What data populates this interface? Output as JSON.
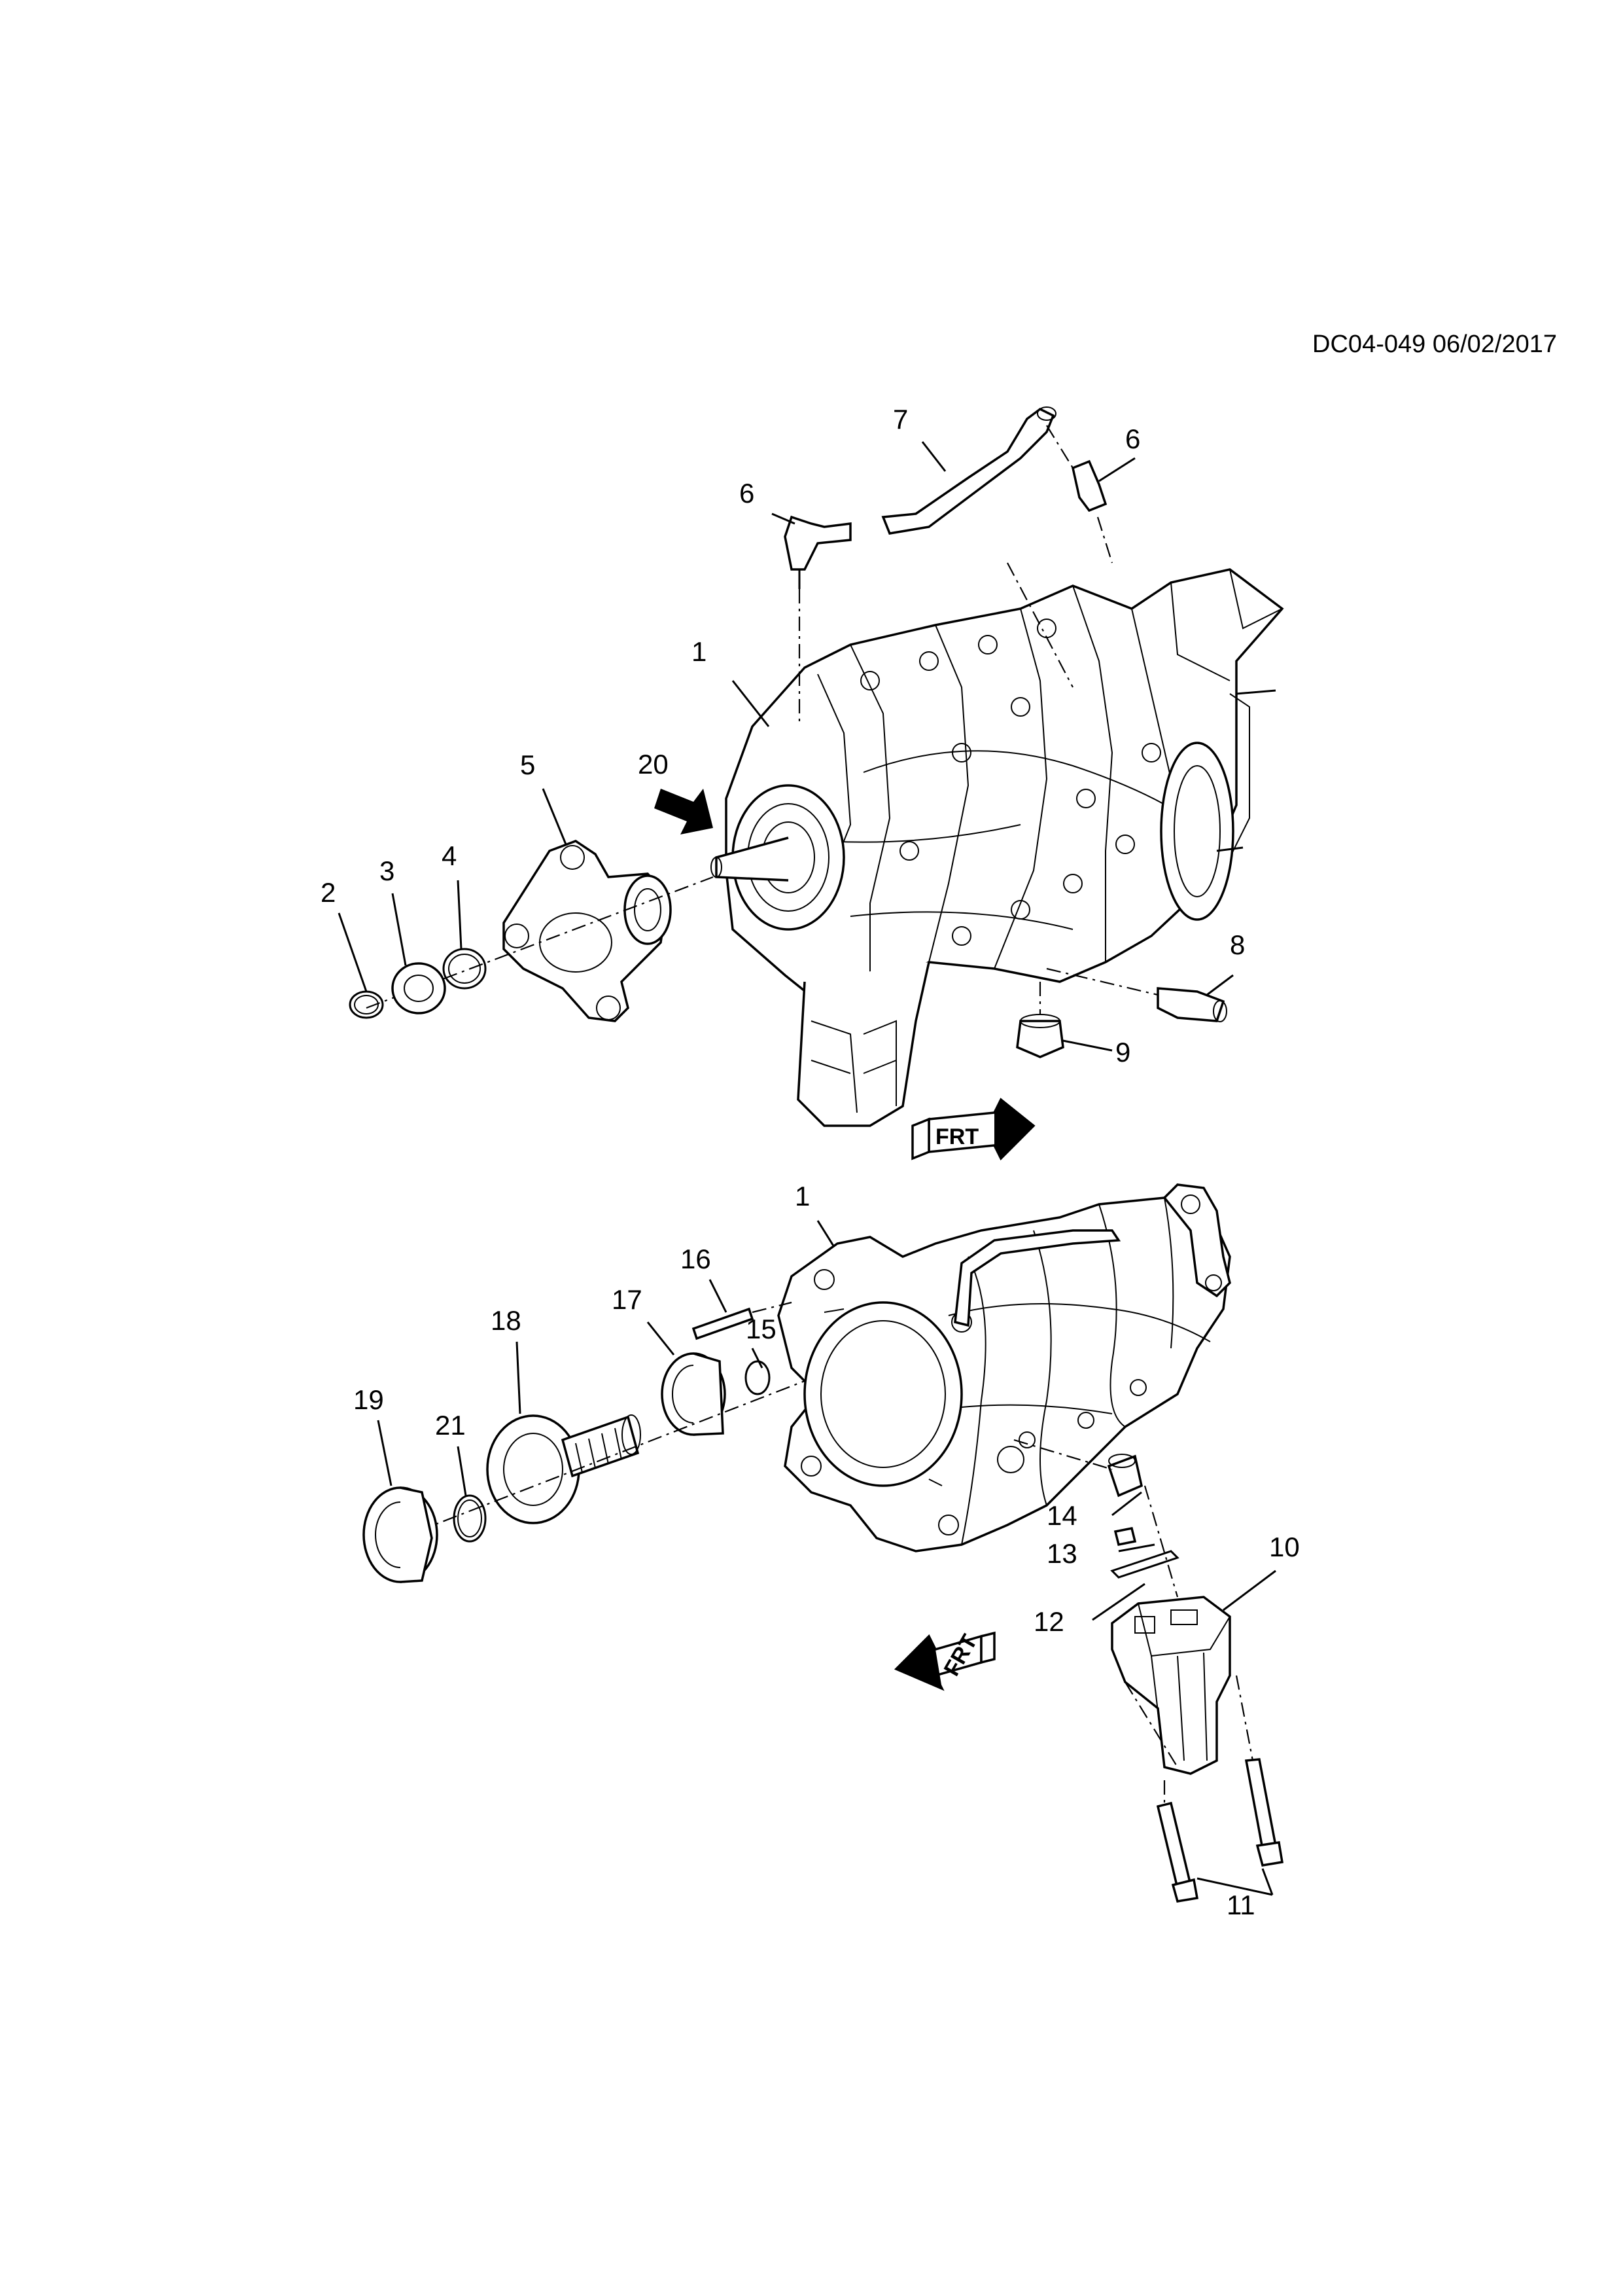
{
  "document": {
    "reference": "DC04-049 06/02/2017"
  },
  "callouts": {
    "c1a": "1",
    "c1b": "1",
    "c2": "2",
    "c3": "3",
    "c4": "4",
    "c5": "5",
    "c6a": "6",
    "c6b": "6",
    "c7": "7",
    "c8": "8",
    "c9": "9",
    "c10": "10",
    "c11": "11",
    "c12": "12",
    "c13": "13",
    "c14": "14",
    "c15": "15",
    "c16": "16",
    "c17": "17",
    "c18": "18",
    "c19": "19",
    "c20": "20",
    "c21": "21"
  },
  "direction_markers": {
    "upper": "FRT",
    "lower": "FRT"
  }
}
